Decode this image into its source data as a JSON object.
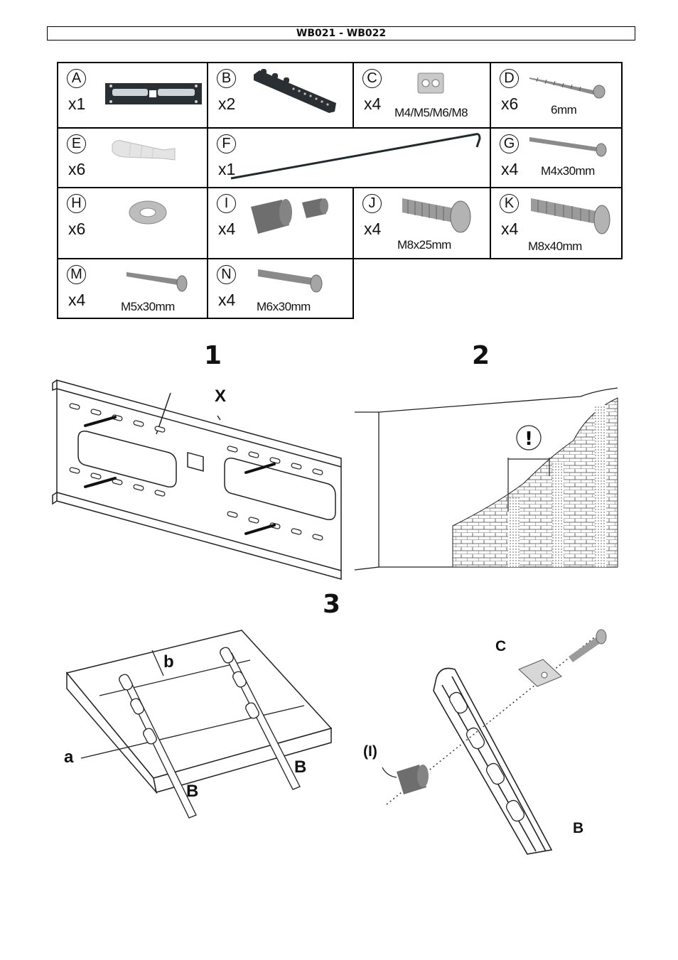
{
  "header": {
    "title": "WB021 - WB022"
  },
  "parts": [
    {
      "letter": "A",
      "qty": "x1",
      "size": ""
    },
    {
      "letter": "B",
      "qty": "x2",
      "size": ""
    },
    {
      "letter": "C",
      "qty": "x4",
      "size": "M4/M5/M6/M8"
    },
    {
      "letter": "D",
      "qty": "x6",
      "size": "6mm"
    },
    {
      "letter": "E",
      "qty": "x6",
      "size": ""
    },
    {
      "letter": "F",
      "qty": "x1",
      "size": ""
    },
    {
      "letter": "G",
      "qty": "x4",
      "size": "M4x30mm"
    },
    {
      "letter": "H",
      "qty": "x6",
      "size": ""
    },
    {
      "letter": "I",
      "qty": "x4",
      "size": ""
    },
    {
      "letter": "J",
      "qty": "x4",
      "size": "M8x25mm"
    },
    {
      "letter": "K",
      "qty": "x4",
      "size": "M8x40mm"
    },
    {
      "letter": "M",
      "qty": "x4",
      "size": "M5x30mm"
    },
    {
      "letter": "N",
      "qty": "x4",
      "size": "M6x30mm"
    }
  ],
  "steps": {
    "step1": {
      "number": "1",
      "callout": "X"
    },
    "step2": {
      "number": "2",
      "warning": "!"
    },
    "step3": {
      "number": "3",
      "label_a": "a",
      "label_b": "b",
      "label_B": "B",
      "label_C": "C",
      "label_I": "(I)"
    }
  },
  "colors": {
    "ink": "#111111",
    "metal": "#9a9a9a",
    "dark_metal": "#2a2f33",
    "rubber": "#6e6e6e"
  }
}
